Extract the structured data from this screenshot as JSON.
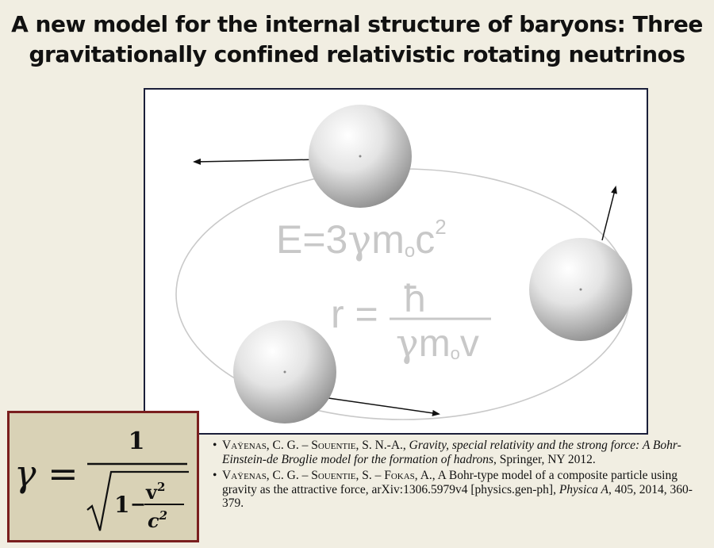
{
  "title": {
    "line1": "A new model for the internal structure of baryons: Three",
    "line2": "gravitationally confined relativistic rotating neutrinos"
  },
  "diagram": {
    "energy_formula": {
      "lhs": "E=3",
      "gamma": "γ",
      "m": "m",
      "sub": "o",
      "c": "c",
      "exp": "2"
    },
    "radius_formula": {
      "lhs": "r =",
      "numerator": "ħ",
      "den_gamma": "γ",
      "den_m": "m",
      "den_sub": "o",
      "den_v": "v"
    },
    "colors": {
      "orbit": "#c9c9c9",
      "formula": "#c8c8c8",
      "sphere_light": "#ffffff",
      "sphere_dark": "#8d8d8d",
      "arrow": "#111111"
    }
  },
  "gamma_formula": {
    "lhs": "γ =",
    "numerator": "1",
    "one": "1",
    "minus": "−",
    "v": "v",
    "v_exp": "2",
    "c": "c",
    "c_exp": "2"
  },
  "references": [
    {
      "bullet": "•",
      "authors": "Vaÿenas, C. G. – Souentie, S. N.-A.,",
      "title_italic": "Gravity, special relativity and the strong force: A Bohr-Einstein-de Broglie model for the formation of hadrons",
      "rest": ", Springer, NΥ 2012."
    },
    {
      "bullet": "•",
      "authors": "Vaÿenas, C. G. – Souentie, S. – Fokas, A.,",
      "text": "A Bohr-type model of a composite particle using gravity as the attractive force, arXiv:1306.5979v4 [physics.gen-ph],",
      "journal_italic": "Physica A",
      "rest": ", 405, 2014, 360-379."
    }
  ]
}
